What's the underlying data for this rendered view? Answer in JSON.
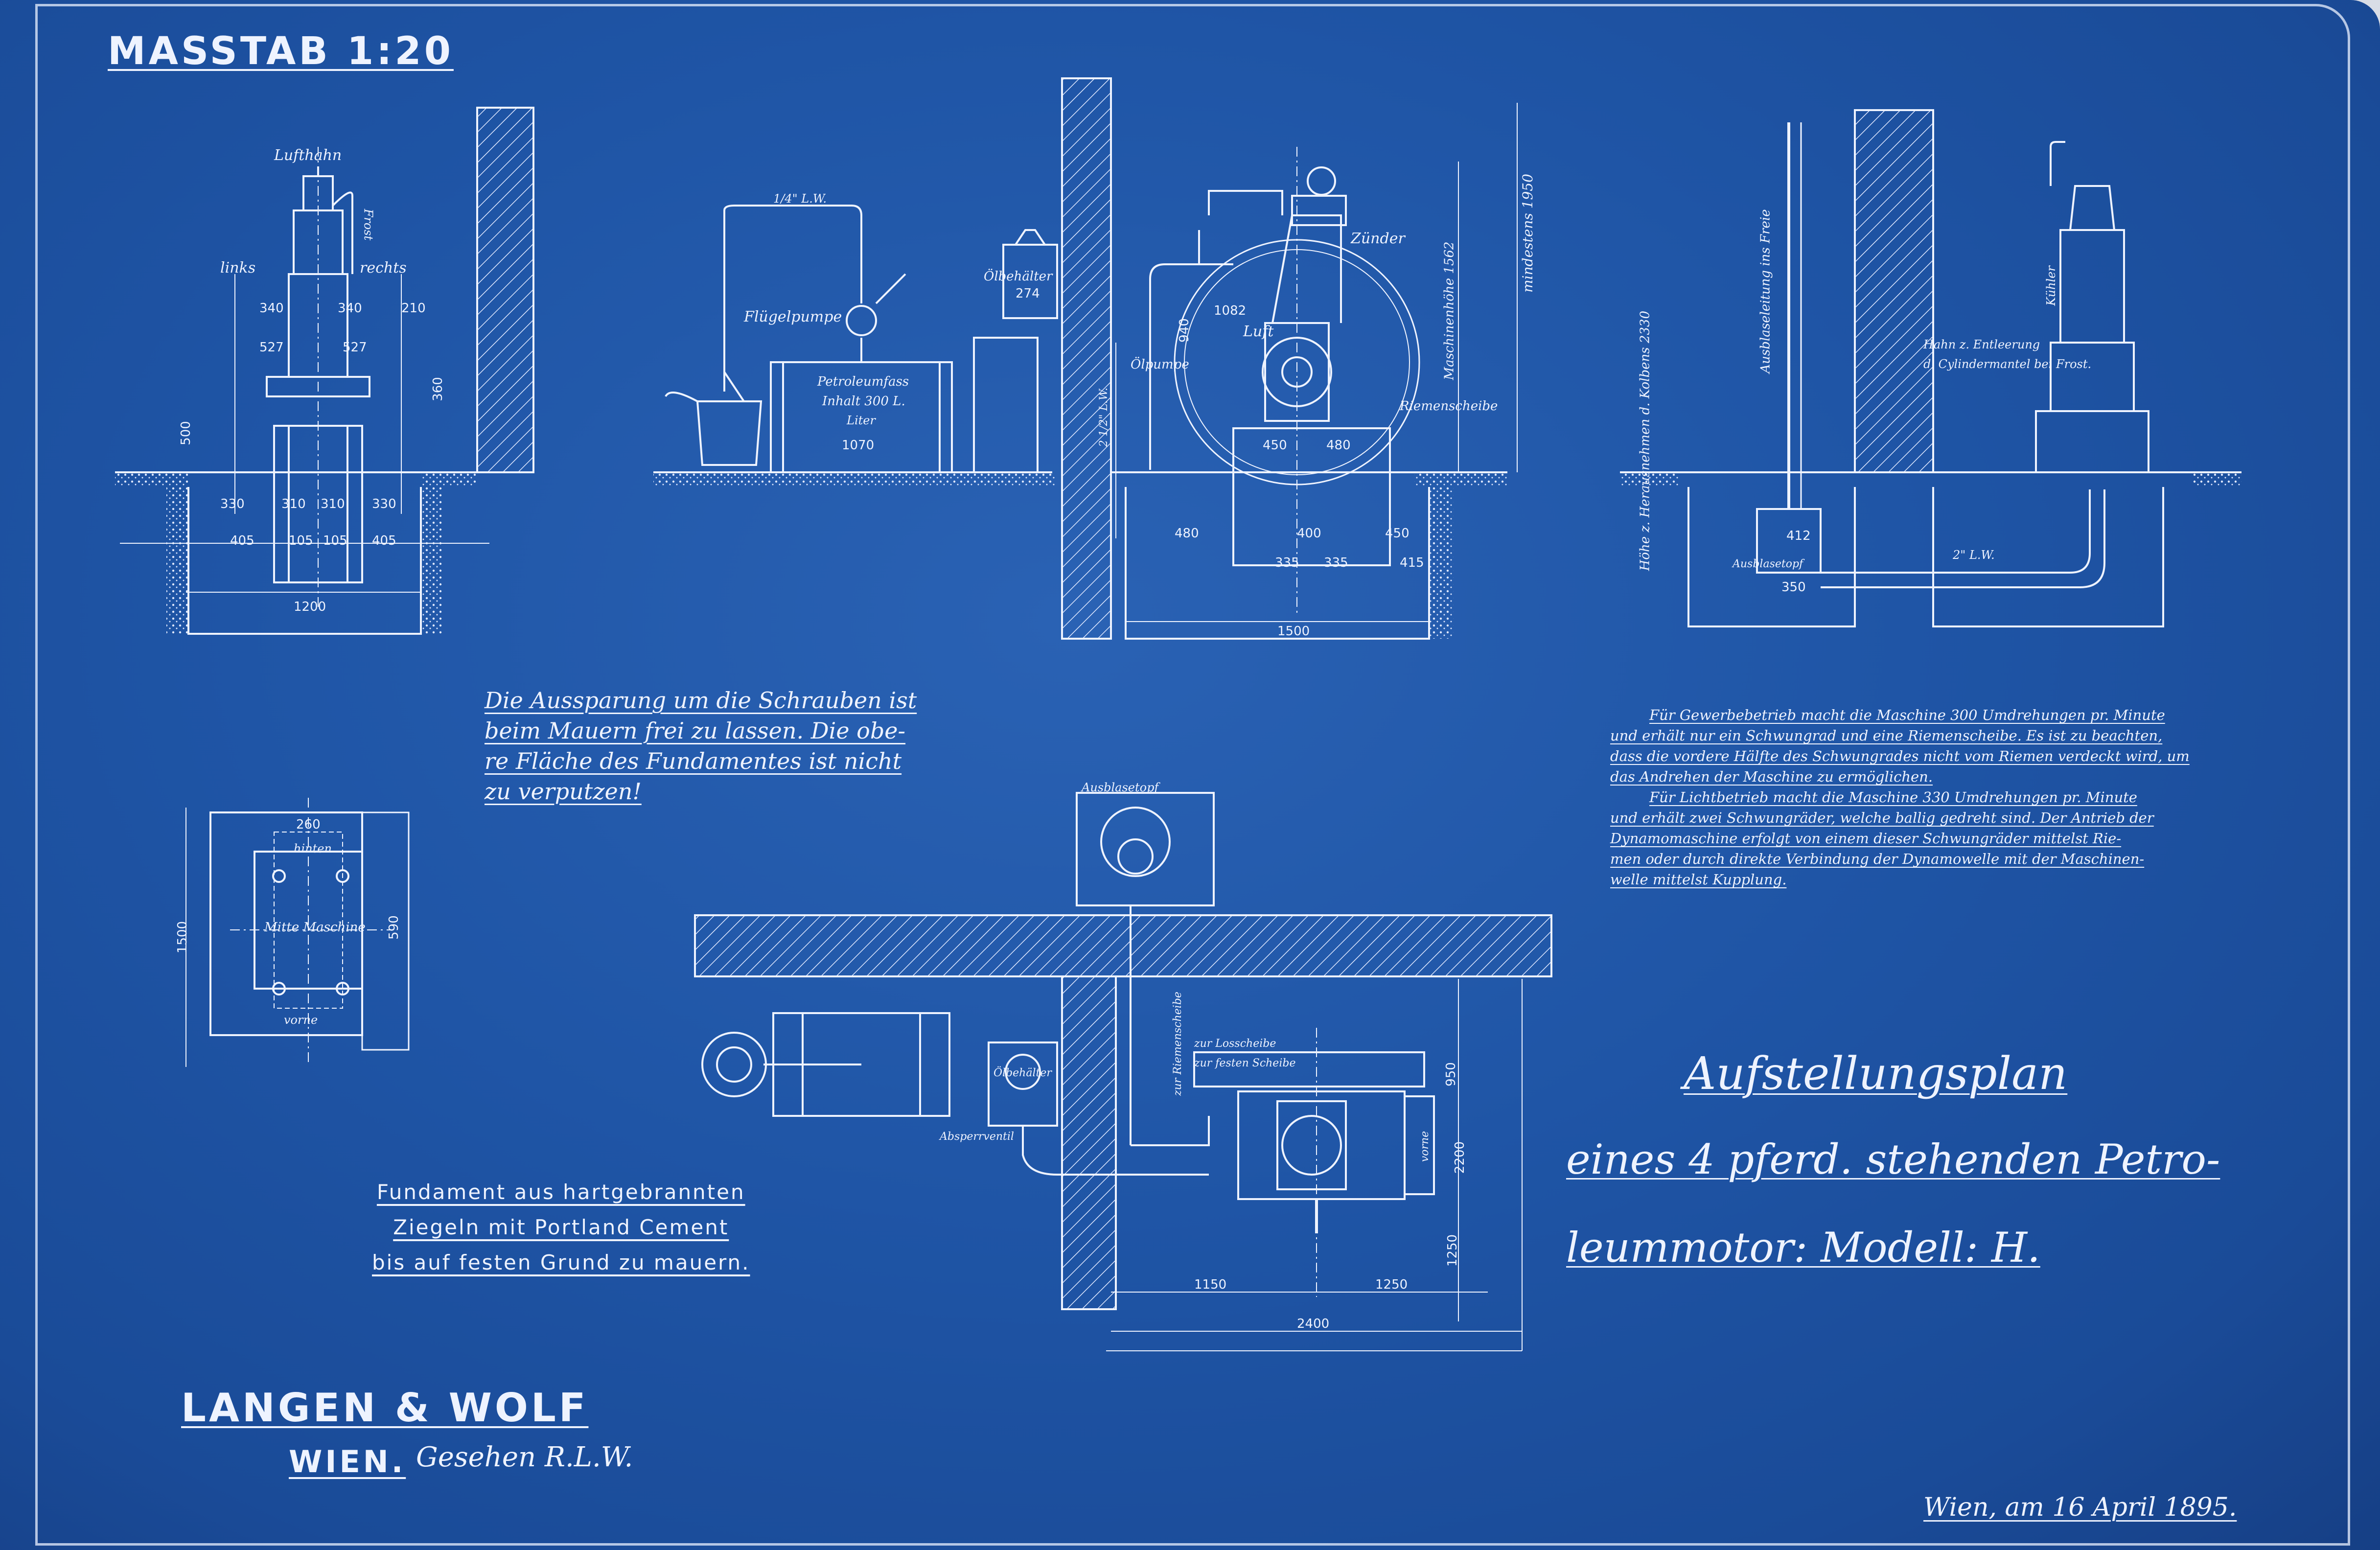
{
  "scale": "MASSTAB 1:20",
  "title": {
    "line1": "Aufstellungsplan",
    "line2": "eines 4 pferd. stehenden Petro-",
    "line3": "leummotor: Modell: H."
  },
  "manufacturer": {
    "name": "LANGEN & WOLF",
    "city": "WIEN.",
    "signature": "Gesehen R.L.W."
  },
  "date": "Wien, am 16 April 1895.",
  "notes": {
    "recess": [
      "Die Aussparung um die Schrauben ist",
      "beim Mauern frei zu lassen. Die obe-",
      "re Fläche des Fundamentes ist nicht",
      "zu verputzen!"
    ],
    "foundation": [
      "Fundament aus hartgebrannten",
      "Ziegeln mit Portland Cement",
      "bis auf festen Grund zu mauern."
    ],
    "operation": [
      "Für Gewerbebetrieb macht die Maschine 300 Umdrehungen pr. Minute",
      "und erhält nur ein Schwungrad und eine Riemenscheibe. Es ist zu beachten,",
      "dass die vordere Hälfte des Schwungrades nicht vom Riemen verdeckt wird, um",
      "das Andrehen der Maschine zu ermöglichen.",
      "Für Lichtbetrieb macht die Maschine 330 Umdrehungen pr. Minute",
      "und erhält zwei Schwungräder, welche ballig gedreht sind. Der Antrieb der",
      "Dynamomaschine erfolgt von einem dieser Schwungräder mittelst Rie-",
      "men oder durch direkte Verbindung der Dynamowelle mit der Maschinen-",
      "welle mittelst Kupplung."
    ]
  },
  "labels": {
    "lufthahn": "Lufthahn",
    "links": "links",
    "rechts": "rechts",
    "frost": "Frost",
    "pipe_quarter": "1/4\" L.W.",
    "fluegelpumpe": "Flügelpumpe",
    "petroleum_fass": "Petroleumfass",
    "inhalt": "Inhalt 300 L.",
    "liter": "Liter",
    "oelbehaelter": "Ölbehälter",
    "oelpumpe": "Ölpumpe",
    "zuender": "Zünder",
    "luft": "Luft",
    "riemenscheibe": "Riemenscheibe",
    "maschinenhoehe": "Maschinenhöhe 1562",
    "kolben": "Höhe z. Herausnehmen d. Kolbens 2330",
    "mindestens": "mindestens 1950",
    "ausblaseleitung": "Ausblaseleitung ins Freie",
    "kuehler": "Kühler",
    "hahn": "Hahn z. Entleerung",
    "cylindermantel": "d. Cylindermantel bei Frost.",
    "ausblasetopf": "Ausblasetopf",
    "mitte_maschine": "Mitte Maschine",
    "vorne": "vorne",
    "hinten": "hinten",
    "oelbehaelter2": "Ölbehälter",
    "abspeirventil": "Absperrventil",
    "losscheibe": "zur Losscheibe",
    "festscheibe": "zur festen Scheibe",
    "riemenscheibe2": "zur Riemenscheibe",
    "pipe_two": "2\" L.W.",
    "pipe_two_half": "2 1/2\" L.W."
  },
  "dimensions": {
    "d1200": "1200",
    "d330": "330",
    "d310": "310",
    "d405": "405",
    "d105": "105",
    "d340": "340",
    "d527": "527",
    "d210": "210",
    "d500": "500",
    "d360": "360",
    "d274": "274",
    "d1070": "1070",
    "d1500": "1500",
    "d450": "450",
    "d480": "480",
    "d400": "400",
    "d335": "335",
    "d415": "415",
    "d940": "940",
    "d1082": "1082",
    "d412": "412",
    "d350": "350",
    "d2400": "2400",
    "d1150": "1150",
    "d1250": "1250",
    "d2200": "2200",
    "d950": "950",
    "d1500b": "1500",
    "d590": "590",
    "d260": "260"
  },
  "colors": {
    "paper": "#1f55a6",
    "ink": "#eef3ff"
  }
}
